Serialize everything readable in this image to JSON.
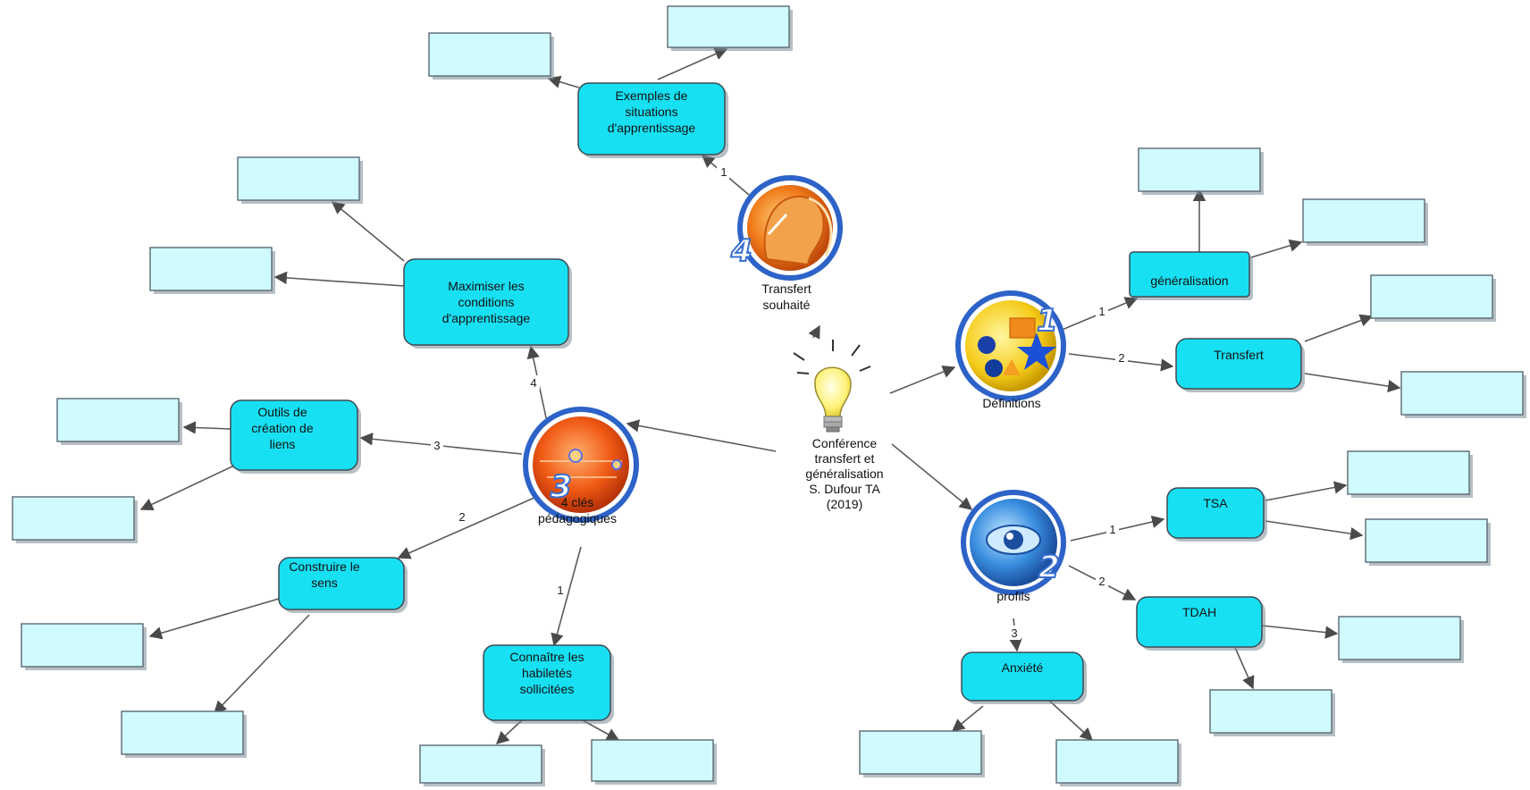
{
  "center": {
    "lines": [
      "Conférence",
      "transfert et",
      "généralisation",
      "S. Dufour TA",
      "(2019)"
    ],
    "icon": "lightbulb-icon"
  },
  "hubs": {
    "transfert_souhaite": {
      "lines": [
        "Transfert",
        "souhaité"
      ],
      "number": "4",
      "icon": "transfer-head-icon"
    },
    "definitions": {
      "lines": [
        "Définitions"
      ],
      "number": "1",
      "icon": "shapes-icon"
    },
    "profils": {
      "lines": [
        "profils"
      ],
      "number": "2",
      "icon": "eye-icon"
    },
    "cles": {
      "lines": [
        "4 clés",
        "pédagogiques"
      ],
      "number": "3",
      "icon": "target-icon"
    }
  },
  "concepts": {
    "exemples": [
      "Exemples de",
      "situations",
      "d'apprentissage"
    ],
    "maximiser": [
      "Maximiser les",
      "conditions",
      "d'apprentissage"
    ],
    "outils": [
      "Outils de",
      "création de",
      "liens"
    ],
    "construire": [
      "Construire le",
      "sens"
    ],
    "connaitre": [
      "Connaître les",
      "habiletés",
      "sollicitées"
    ],
    "generalisation": [
      "généralisation"
    ],
    "transfert": [
      "Transfert"
    ],
    "tsa": [
      "TSA"
    ],
    "tdah": [
      "TDAH"
    ],
    "anxiete": [
      "Anxiété"
    ]
  },
  "edge_labels": {
    "transfert_exemples": "1",
    "def_generalisation": "1",
    "def_transfert": "2",
    "profils_tsa": "1",
    "profils_tdah": "2",
    "profils_anxiete": "3",
    "cles_connaitre": "1",
    "cles_construire": "2",
    "cles_outils": "3",
    "cles_maximiser": "4"
  }
}
